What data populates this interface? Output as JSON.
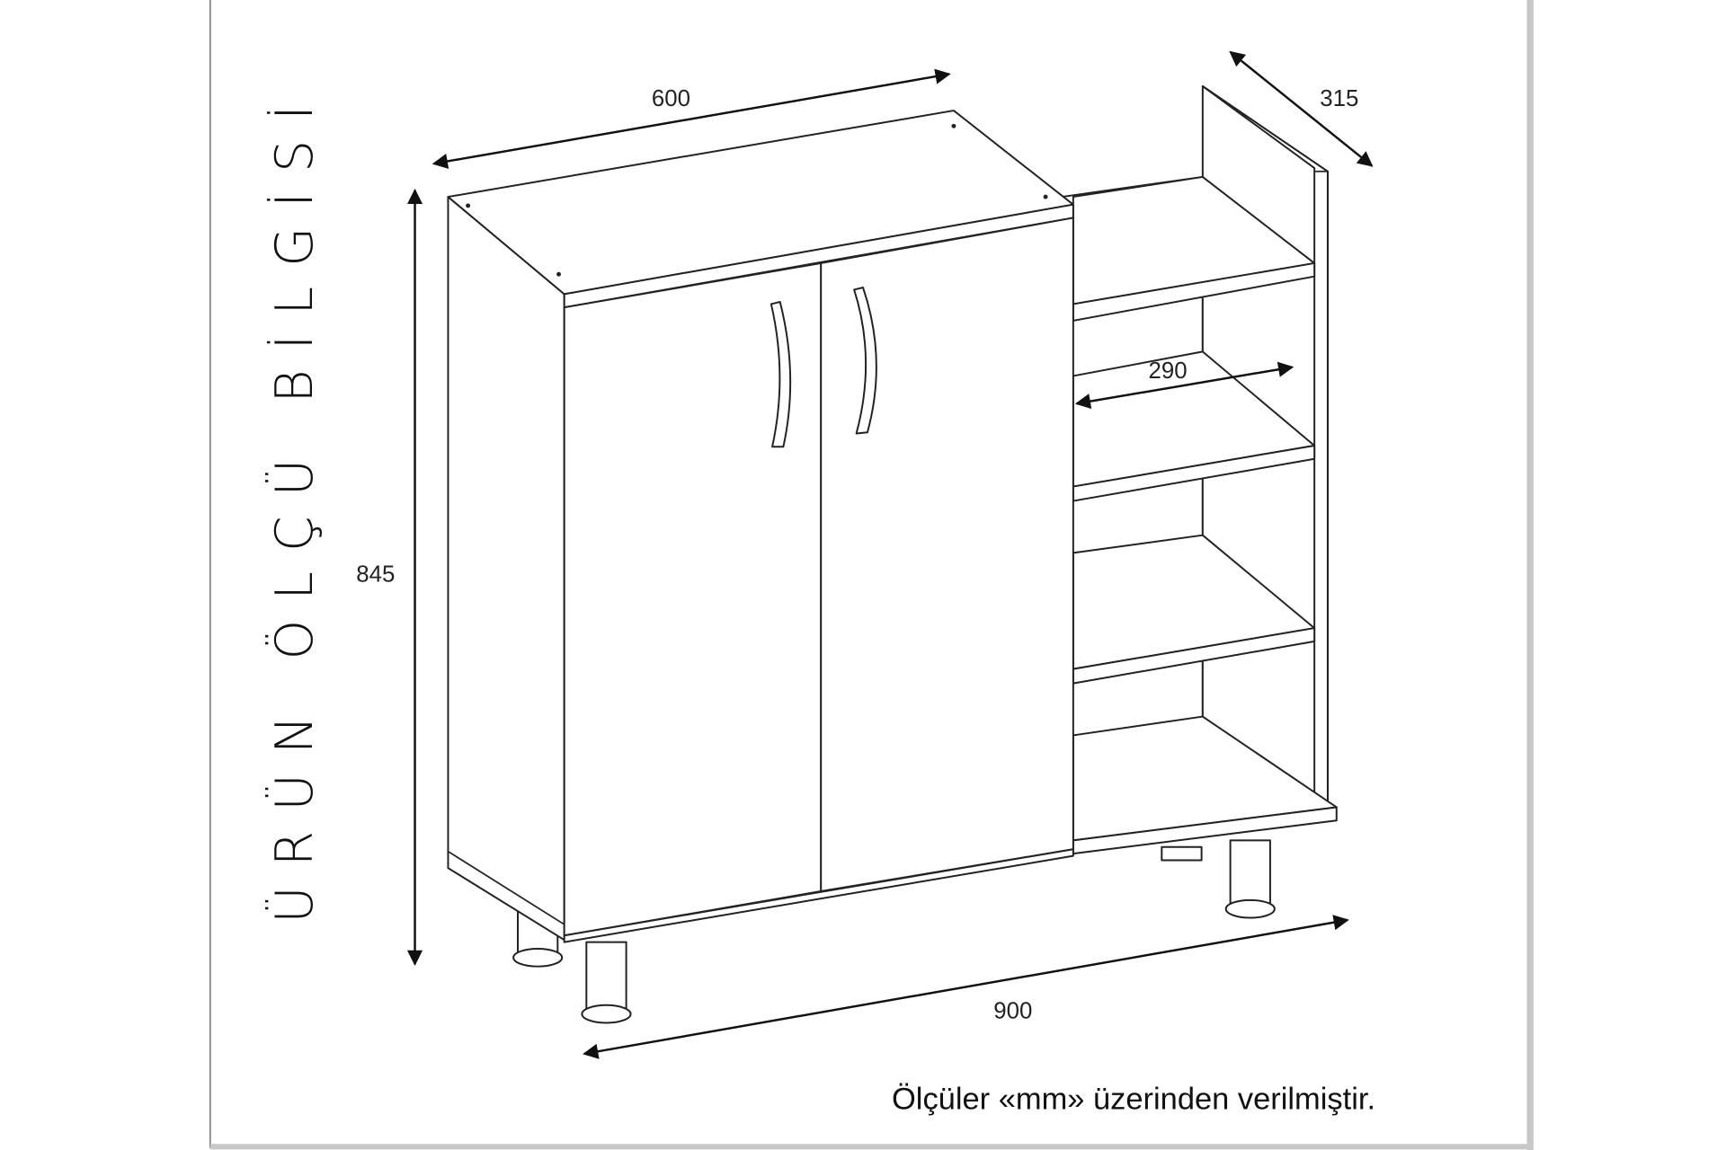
{
  "title": "ÜRÜN ÖLÇÜ BİLGİSİ",
  "dimensions": {
    "width_top": "600",
    "depth": "315",
    "height": "845",
    "shelf_width": "290",
    "total_width": "900"
  },
  "footer_note": "Ölçüler «mm» üzerinden verilmiştir.",
  "colors": {
    "line": "#222222",
    "background": "#ffffff",
    "frame_shadow": "#c8c8c8"
  }
}
